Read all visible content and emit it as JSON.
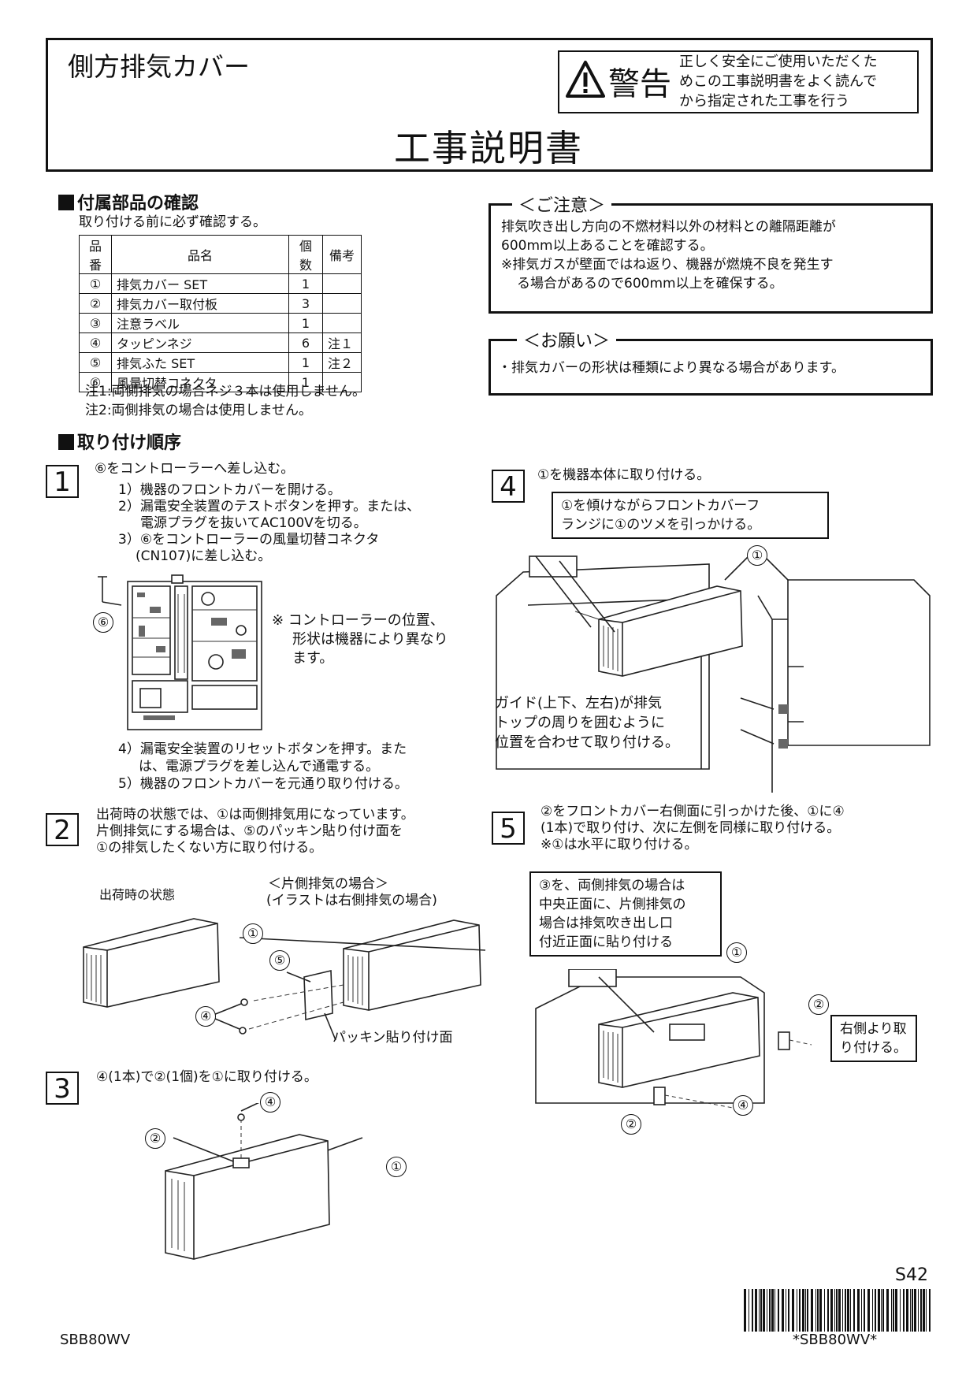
{
  "header": {
    "subtitle": "側方排気カバー",
    "title": "工事説明書",
    "warning_word": "警告",
    "warning_line1": "正しく安全にご使用いただくた",
    "warning_line2": "めこの工事説明書をよく読んで",
    "warning_line3": "から指定された工事を行う"
  },
  "parts_section": {
    "heading": "付属部品の確認",
    "intro": "取り付ける前に必ず確認する。",
    "columns": [
      "品番",
      "品名",
      "個数",
      "備考"
    ],
    "rows": [
      [
        "①",
        "排気カバー SET",
        "1",
        ""
      ],
      [
        "②",
        "排気カバー取付板",
        "3",
        ""
      ],
      [
        "③",
        "注意ラベル",
        "1",
        ""
      ],
      [
        "④",
        "タッピンネジ",
        "6",
        "注１"
      ],
      [
        "⑤",
        "排気ふた SET",
        "1",
        "注２"
      ],
      [
        "⑥",
        "風量切替コネクタ",
        "1",
        ""
      ]
    ],
    "note1": "注1:両側排気の場合ネジ３本は使用しません。",
    "note2": "注2:両側排気の場合は使用しません。"
  },
  "caution": {
    "label": "＜ご注意＞",
    "line1": "排気吹き出し方向の不燃材料以外の材料との離隔距離が",
    "line2": "600mm以上あることを確認する。",
    "line3": "※排気ガスが壁面ではね返り、機器が燃焼不良を発生す",
    "line4": "る場合があるので600mm以上を確保する。"
  },
  "request": {
    "label": "＜お願い＞",
    "line1": "・排気カバーの形状は種類により異なる場合があります。"
  },
  "procedure_heading": "取り付け順序",
  "step1": {
    "num": "1",
    "title": "⑥をコントローラーへ差し込む。",
    "s1": "1）機器のフロントカバーを開ける。",
    "s2a": "2）漏電安全装置のテストボタンを押す。または、",
    "s2b": "電源プラグを抜いてAC100Vを切る。",
    "s3a": "3）⑥をコントローラーの風量切替コネクタ",
    "s3b": "(CN107)に差し込む。",
    "note_a": "※ コントローラーの位置、",
    "note_b": "形状は機器により異なり",
    "note_c": "ます。",
    "s4a": "4）漏電安全装置のリセットボタンを押す。また",
    "s4b": "は、電源プラグを差し込んで通電する。",
    "s5": "5）機器のフロントカバーを元通り取り付ける。",
    "part6": "⑥"
  },
  "step2": {
    "num": "2",
    "l1": "出荷時の状態では、①は両側排気用になっています。",
    "l2": "片側排気にする場合は、⑤のパッキン貼り付け面を",
    "l3": "①の排気したくない方に取り付ける。",
    "shipping": "出荷時の状態",
    "one_side_a": "＜片側排気の場合＞",
    "one_side_b": "(イラストは右側排気の場合)",
    "packing_face": "パッキン貼り付け面",
    "c1": "①",
    "c5": "⑤",
    "c4": "④"
  },
  "step3": {
    "num": "3",
    "l1": "④(1本)で②(1個)を①に取り付ける。",
    "c4": "④",
    "c2": "②",
    "c1": "①"
  },
  "step4": {
    "num": "4",
    "l1": "①を機器本体に取り付ける。",
    "callout1": "①を傾けながらフロントカバーフ",
    "callout2": "ランジに①のツメを引っかける。",
    "g1": "ガイド(上下、左右)が排気",
    "g2": "トップの周りを囲むように",
    "g3": "位置を合わせて取り付ける。",
    "c1": "①"
  },
  "step5": {
    "num": "5",
    "l1": "②をフロントカバー右側面に引っかけた後、①に④",
    "l2": "(1本)で取り付け、次に左側を同様に取り付ける。",
    "l3": "※①は水平に取り付ける。",
    "callout1": "③を、両側排気の場合は",
    "callout2": "中央正面に、片側排気の",
    "callout3": "場合は排気吹き出し口",
    "callout4": "付近正面に貼り付ける",
    "right1": "右側より取",
    "right2": "り付ける。",
    "c1": "①",
    "c2a": "②",
    "c2b": "②",
    "c4": "④"
  },
  "footer": {
    "code": "S42",
    "barcode_text": "*SBB80WV*",
    "model": "SBB80WV"
  }
}
